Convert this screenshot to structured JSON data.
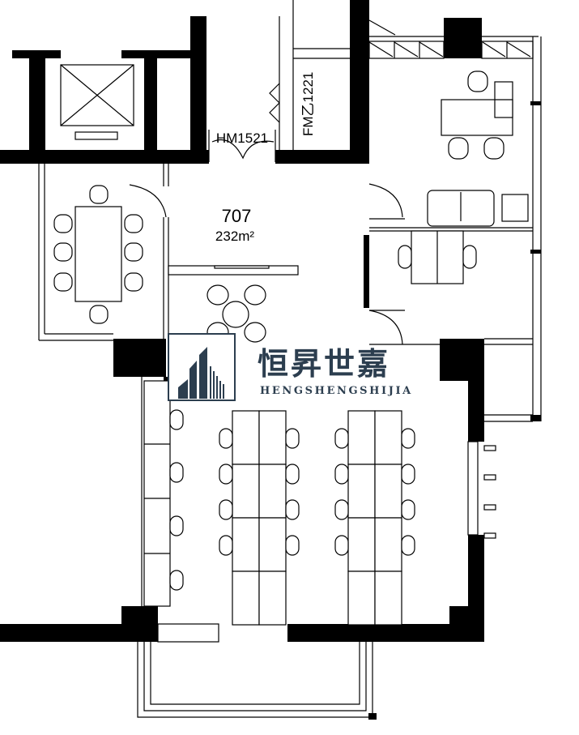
{
  "plan": {
    "room_number": "707",
    "area": "232m²",
    "door_label_main": "HM1521",
    "door_label_fire": "FM乙1221"
  },
  "logo": {
    "name_cn": "恒昇世嘉",
    "name_en": "HENGSHENGSHIJIA",
    "color": "#2c3e4f"
  },
  "colors": {
    "wall": "#000000",
    "background": "#ffffff"
  }
}
